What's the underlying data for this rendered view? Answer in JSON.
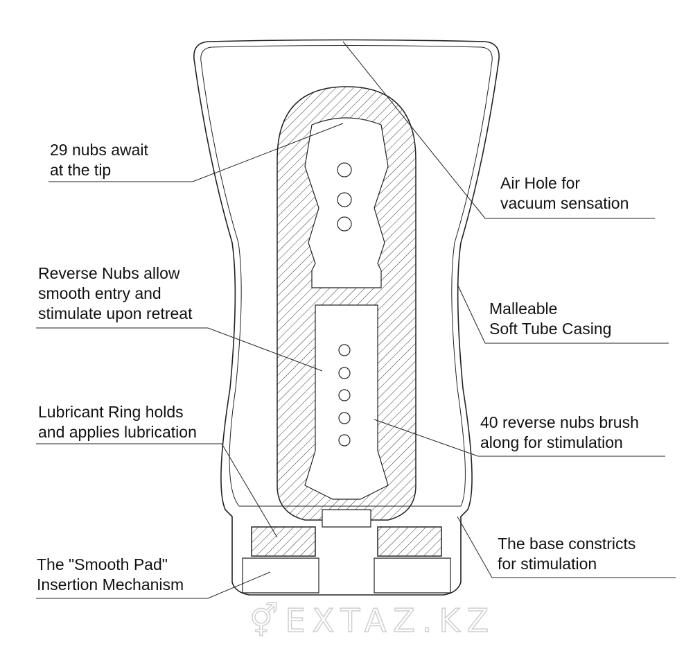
{
  "labels": {
    "nubs_tip": "29 nubs await\nat the tip",
    "reverse_nubs": "Reverse Nubs allow\nsmooth entry and\nstimulate upon retreat",
    "lubricant_ring": "Lubricant Ring holds\nand applies lubrication",
    "smooth_pad": "The \"Smooth Pad\"\nInsertion Mechanism",
    "air_hole": "Air Hole for\nvacuum sensation",
    "casing": "Malleable\nSoft Tube Casing",
    "reverse_brush": "40 reverse nubs brush\nalong for stimulation",
    "base": "The base constricts\nfor stimulation"
  },
  "watermark": "⚥EXTAZ.KZ"
}
